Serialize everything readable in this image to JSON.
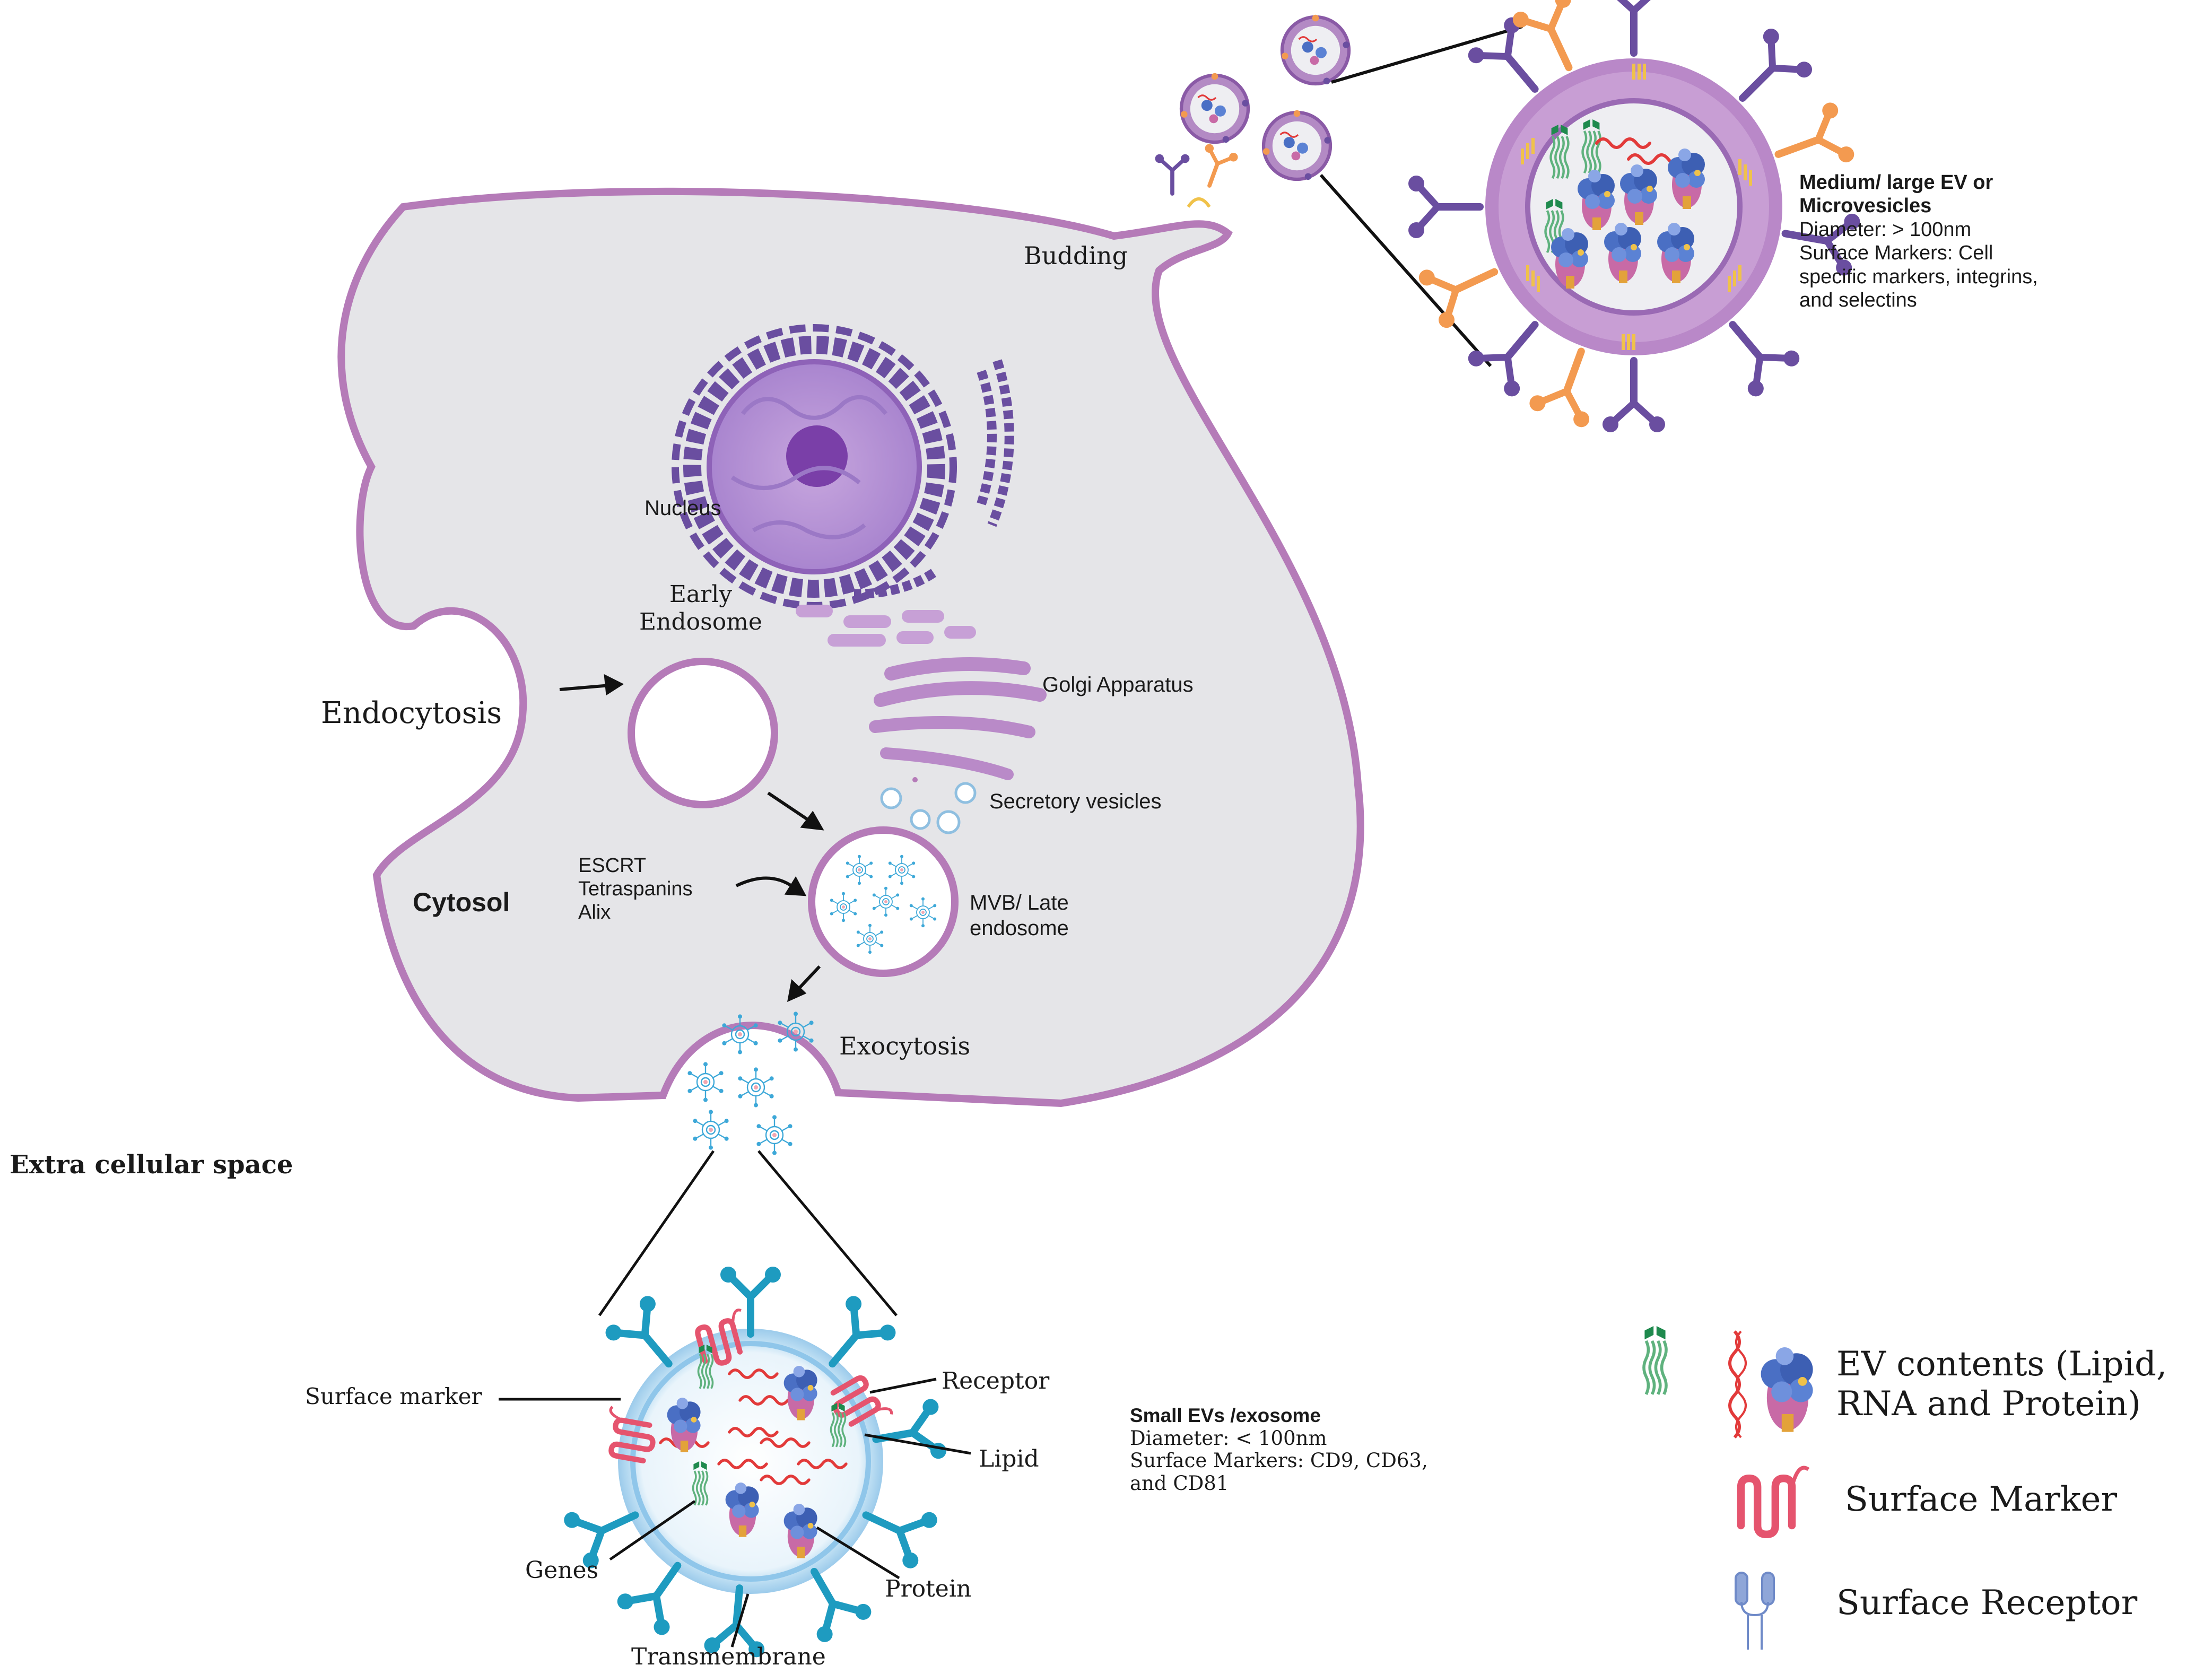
{
  "labels": {
    "budding": "Budding",
    "nucleus": "Nucleus",
    "early_endosome": [
      "Early",
      "Endosome"
    ],
    "endocytosis": "Endocytosis",
    "golgi": "Golgi Apparatus",
    "secretory": "Secretory vesicles",
    "escrt": [
      "ESCRT",
      "Tetraspanins",
      "Alix"
    ],
    "cytosol": "Cytosol",
    "mvb": [
      "MVB/ Late",
      "endosome"
    ],
    "exocytosis": "Exocytosis",
    "extracellular": "Extra cellular space"
  },
  "large_ev": {
    "title": [
      "Medium/ large EV or",
      "Microvesicles"
    ],
    "details": [
      "Diameter: > 100nm",
      "Surface Markers: Cell",
      "specific markers, integrins,",
      "and selectins"
    ]
  },
  "small_ev": {
    "title": "Small EVs /exosome",
    "details": [
      "Diameter: < 100nm",
      "Surface Markers: CD9, CD63,",
      "and CD81"
    ],
    "parts": {
      "surface_marker": "Surface marker",
      "receptor": "Receptor",
      "lipid": "Lipid",
      "genes": "Genes",
      "protein": "Protein",
      "transmembrane": "Transmembrane"
    }
  },
  "legend": {
    "contents": [
      "EV contents (Lipid,",
      "RNA and Protein)"
    ],
    "surface_marker": "Surface Marker",
    "surface_receptor": "Surface Receptor"
  },
  "colors": {
    "cell_fill": "#e5e5e8",
    "membrane": "#b57bb8",
    "nucleus": "#9b6fc0",
    "receptor_blue": "#1e9bc0",
    "marker_red": "#e5546e",
    "lipid_green": "#2d9a5e",
    "protein_blue": "#4a6fc4",
    "ev_purple": "#a06aae",
    "ev_orange": "#f39a50"
  }
}
